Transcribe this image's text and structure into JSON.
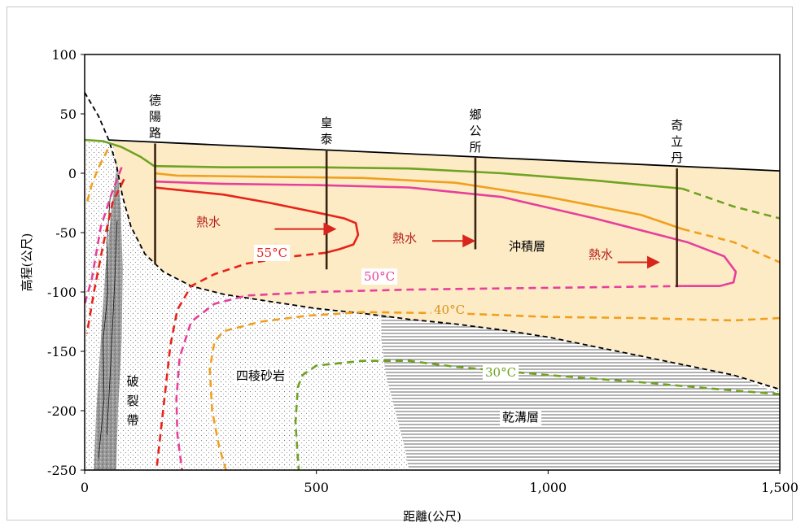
{
  "chart_data": {
    "type": "line",
    "title": "",
    "xlabel": "距離(公尺)",
    "ylabel": "高程(公尺)",
    "xlim": [
      0,
      1500
    ],
    "ylim": [
      -250,
      100
    ],
    "x_ticks": [
      0,
      500,
      1000,
      1500
    ],
    "x_tick_labels": [
      "0",
      "500",
      "1,000",
      "1,500"
    ],
    "y_ticks": [
      100,
      50,
      0,
      -50,
      -100,
      -150,
      -200,
      -250
    ],
    "y_tick_labels": [
      "100",
      "50",
      "0",
      "-50",
      "-100",
      "-150",
      "-200",
      "-250"
    ],
    "grid": false,
    "legend": "none",
    "colors": {
      "alluvium": "#fdebc6",
      "t55": "#e8231a",
      "t50": "#e6409a",
      "t40": "#f0a01e",
      "t30": "#6fa321",
      "surface": "#000000",
      "boundary": "#000000",
      "well": "#3a2412",
      "arrow": "#d8261c",
      "hot_water_text": "#b5211b",
      "fault": "#9c9c9c"
    },
    "surface": [
      [
        0,
        28
      ],
      [
        1500,
        2
      ]
    ],
    "wells": [
      {
        "name": "德陽路",
        "x": 152,
        "top": 25,
        "bottom": -77
      },
      {
        "name": "皇泰",
        "x": 522,
        "top": 20,
        "bottom": -81
      },
      {
        "name": "鄉公所",
        "x": 843,
        "top": 13,
        "bottom": -64
      },
      {
        "name": "奇立丹",
        "x": 1278,
        "top": 4,
        "bottom": -96
      }
    ],
    "boundaries": {
      "fault_west": [
        [
          0,
          68
        ],
        [
          30,
          48
        ],
        [
          52,
          28
        ],
        [
          68,
          8
        ],
        [
          82,
          -20
        ],
        [
          100,
          -45
        ],
        [
          130,
          -68
        ],
        [
          170,
          -83
        ],
        [
          230,
          -95
        ],
        [
          300,
          -102
        ],
        [
          400,
          -108
        ],
        [
          500,
          -114
        ],
        [
          600,
          -118
        ],
        [
          700,
          -123
        ],
        [
          800,
          -127
        ],
        [
          900,
          -132
        ],
        [
          1000,
          -138
        ],
        [
          1100,
          -146
        ],
        [
          1200,
          -154
        ],
        [
          1300,
          -162
        ],
        [
          1400,
          -170
        ],
        [
          1500,
          -182
        ]
      ]
    },
    "isotherms": [
      {
        "name": "55°C",
        "label": "55°C",
        "solid": [
          [
            150,
            -12
          ],
          [
            200,
            -14
          ],
          [
            300,
            -18
          ],
          [
            400,
            -25
          ],
          [
            500,
            -33
          ],
          [
            560,
            -38
          ],
          [
            585,
            -42
          ],
          [
            590,
            -52
          ],
          [
            580,
            -60
          ],
          [
            550,
            -64
          ],
          [
            520,
            -67
          ]
        ],
        "dashed": [
          [
            520,
            -67
          ],
          [
            450,
            -70
          ],
          [
            350,
            -76
          ],
          [
            280,
            -85
          ],
          [
            230,
            -95
          ],
          [
            200,
            -115
          ],
          [
            185,
            -145
          ],
          [
            175,
            -180
          ],
          [
            165,
            -215
          ],
          [
            155,
            -250
          ]
        ],
        "dashed_west": [
          [
            85,
            -5
          ],
          [
            60,
            -25
          ],
          [
            40,
            -60
          ],
          [
            20,
            -100
          ],
          [
            5,
            -135
          ]
        ]
      },
      {
        "name": "50°C",
        "label": "50°C",
        "solid": [
          [
            150,
            -7
          ],
          [
            300,
            -9
          ],
          [
            500,
            -10
          ],
          [
            700,
            -12
          ],
          [
            900,
            -20
          ],
          [
            1100,
            -38
          ],
          [
            1300,
            -58
          ],
          [
            1380,
            -70
          ],
          [
            1405,
            -83
          ],
          [
            1400,
            -92
          ],
          [
            1370,
            -95
          ],
          [
            1290,
            -95
          ]
        ],
        "dashed": [
          [
            1290,
            -95
          ],
          [
            1100,
            -96
          ],
          [
            900,
            -97
          ],
          [
            700,
            -98
          ],
          [
            500,
            -100
          ],
          [
            350,
            -103
          ],
          [
            280,
            -110
          ],
          [
            230,
            -125
          ],
          [
            205,
            -155
          ],
          [
            198,
            -190
          ],
          [
            200,
            -220
          ],
          [
            210,
            -250
          ]
        ],
        "dashed_west": [
          [
            80,
            5
          ],
          [
            60,
            -15
          ],
          [
            35,
            -45
          ],
          [
            15,
            -90
          ],
          [
            0,
            -110
          ]
        ]
      },
      {
        "name": "40°C",
        "label": "40°C",
        "solid": [
          [
            150,
            0
          ],
          [
            200,
            -2
          ],
          [
            400,
            -3
          ],
          [
            600,
            -4
          ],
          [
            800,
            -8
          ],
          [
            1000,
            -20
          ],
          [
            1200,
            -35
          ],
          [
            1290,
            -47
          ]
        ],
        "dashed": [
          [
            1290,
            -47
          ],
          [
            1400,
            -58
          ],
          [
            1500,
            -75
          ]
        ],
        "dashed_lower": [
          [
            1500,
            -122
          ],
          [
            1400,
            -124
          ],
          [
            1200,
            -122
          ],
          [
            1000,
            -121
          ],
          [
            800,
            -118
          ],
          [
            600,
            -117
          ],
          [
            480,
            -120
          ],
          [
            380,
            -125
          ],
          [
            300,
            -133
          ],
          [
            280,
            -142
          ],
          [
            270,
            -165
          ],
          [
            275,
            -200
          ],
          [
            290,
            -230
          ],
          [
            305,
            -250
          ]
        ],
        "dashed_west": [
          [
            50,
            20
          ],
          [
            30,
            5
          ],
          [
            15,
            -10
          ],
          [
            5,
            -25
          ]
        ]
      },
      {
        "name": "30°C",
        "label": "30°C",
        "solid": [
          [
            0,
            28
          ],
          [
            40,
            27
          ],
          [
            80,
            22
          ],
          [
            120,
            14
          ],
          [
            150,
            6
          ],
          [
            300,
            5
          ],
          [
            500,
            5
          ],
          [
            700,
            4
          ],
          [
            900,
            0
          ],
          [
            1100,
            -6
          ],
          [
            1290,
            -13
          ]
        ],
        "dashed": [
          [
            1290,
            -13
          ],
          [
            1400,
            -28
          ],
          [
            1500,
            -38
          ]
        ],
        "dashed_lower": [
          [
            1500,
            -186
          ],
          [
            1400,
            -183
          ],
          [
            1200,
            -176
          ],
          [
            1000,
            -170
          ],
          [
            800,
            -163
          ],
          [
            700,
            -158
          ],
          [
            600,
            -158
          ],
          [
            500,
            -162
          ],
          [
            470,
            -170
          ],
          [
            460,
            -180
          ],
          [
            455,
            -210
          ],
          [
            460,
            -240
          ],
          [
            462,
            -250
          ]
        ]
      }
    ],
    "annotations": {
      "hot_water": [
        "熱水",
        "熱水",
        "熱水"
      ],
      "formations": [
        "沖積層",
        "四稜砂岩",
        "乾溝層",
        "破裂帶"
      ]
    }
  }
}
